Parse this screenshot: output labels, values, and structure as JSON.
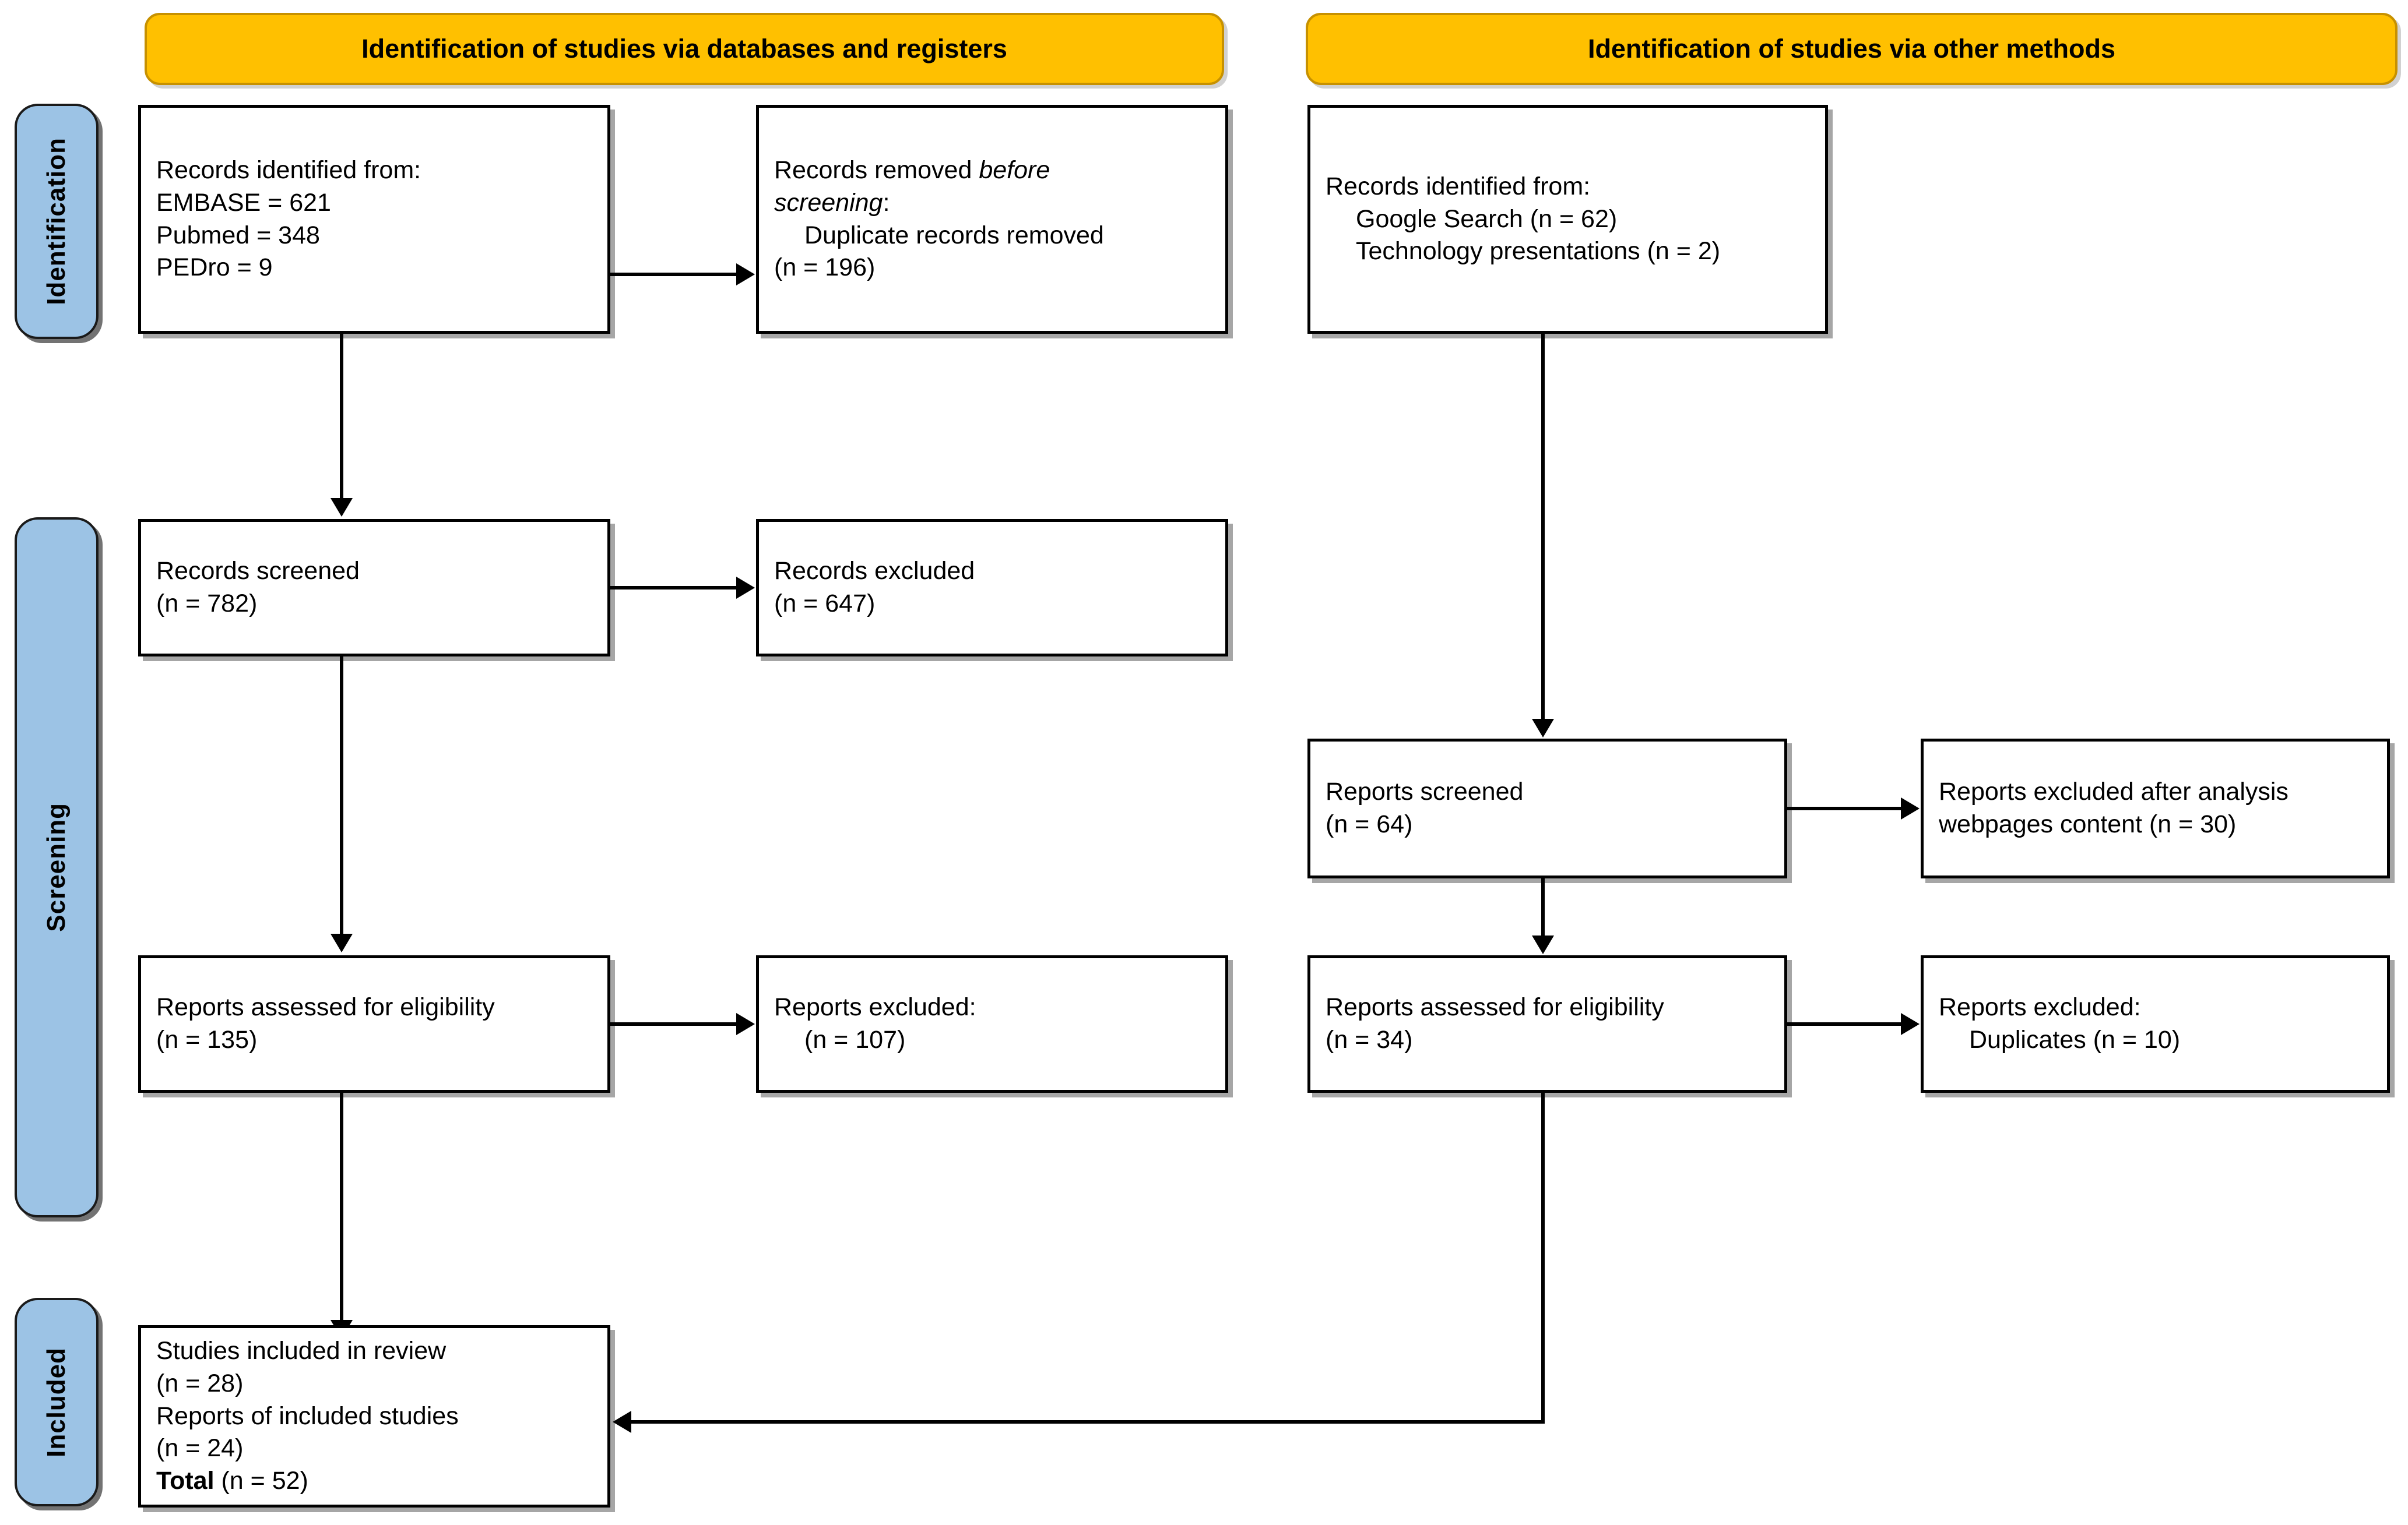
{
  "colors": {
    "banner_fill": "#FFC000",
    "banner_border": "#C79100",
    "stage_pill_fill": "#9CC3E5",
    "box_border": "#000000",
    "arrow": "#000000",
    "page_background": "#FFFFFF"
  },
  "stages": [
    {
      "key": "identification",
      "label": "Identification"
    },
    {
      "key": "screening",
      "label": "Screening"
    },
    {
      "key": "included",
      "label": "Included"
    }
  ],
  "banners": [
    {
      "key": "databases",
      "label": "Identification of studies via databases and registers"
    },
    {
      "key": "other",
      "label": "Identification of studies via other methods"
    }
  ],
  "boxes": {
    "records_identified": {
      "title": "Records identified from:",
      "lines": [
        "EMBASE = 621",
        "Pubmed = 348",
        "PEDro = 9"
      ]
    },
    "records_removed": {
      "line1_a": "Records removed ",
      "line1_italic": "before",
      "line2_italic": "screening",
      "line2_b": ":",
      "line3": "Duplicate records removed",
      "line4": "(n = 196)"
    },
    "records_identified_other": {
      "title": "Records identified from:",
      "lines": [
        "Google Search (n = 62)",
        "Technology presentations (n = 2)"
      ]
    },
    "records_screened": {
      "title": "Records screened",
      "count": "(n = 782)"
    },
    "records_excluded": {
      "title": "Records excluded",
      "count": "(n = 647)"
    },
    "reports_screened_other": {
      "title": "Reports screened",
      "count": "(n = 64)"
    },
    "reports_excluded_analysis": {
      "line1": "Reports excluded after analysis",
      "line2": "webpages content (n = 30)"
    },
    "reports_eligibility": {
      "title": "Reports assessed for eligibility",
      "count": "(n = 135)"
    },
    "reports_excluded": {
      "title": "Reports excluded:",
      "count": "(n = 107)"
    },
    "reports_eligibility_other": {
      "title": "Reports assessed for eligibility",
      "count": "(n = 34)"
    },
    "reports_excluded_other": {
      "title": "Reports excluded:",
      "detail": "Duplicates (n = 10)"
    },
    "studies_included": {
      "line1": "Studies included in review",
      "line2": "(n = 28)",
      "line3": "Reports of included studies",
      "line4": "(n = 24)",
      "total_label": "Total",
      "total_value": " (n = 52)"
    }
  }
}
